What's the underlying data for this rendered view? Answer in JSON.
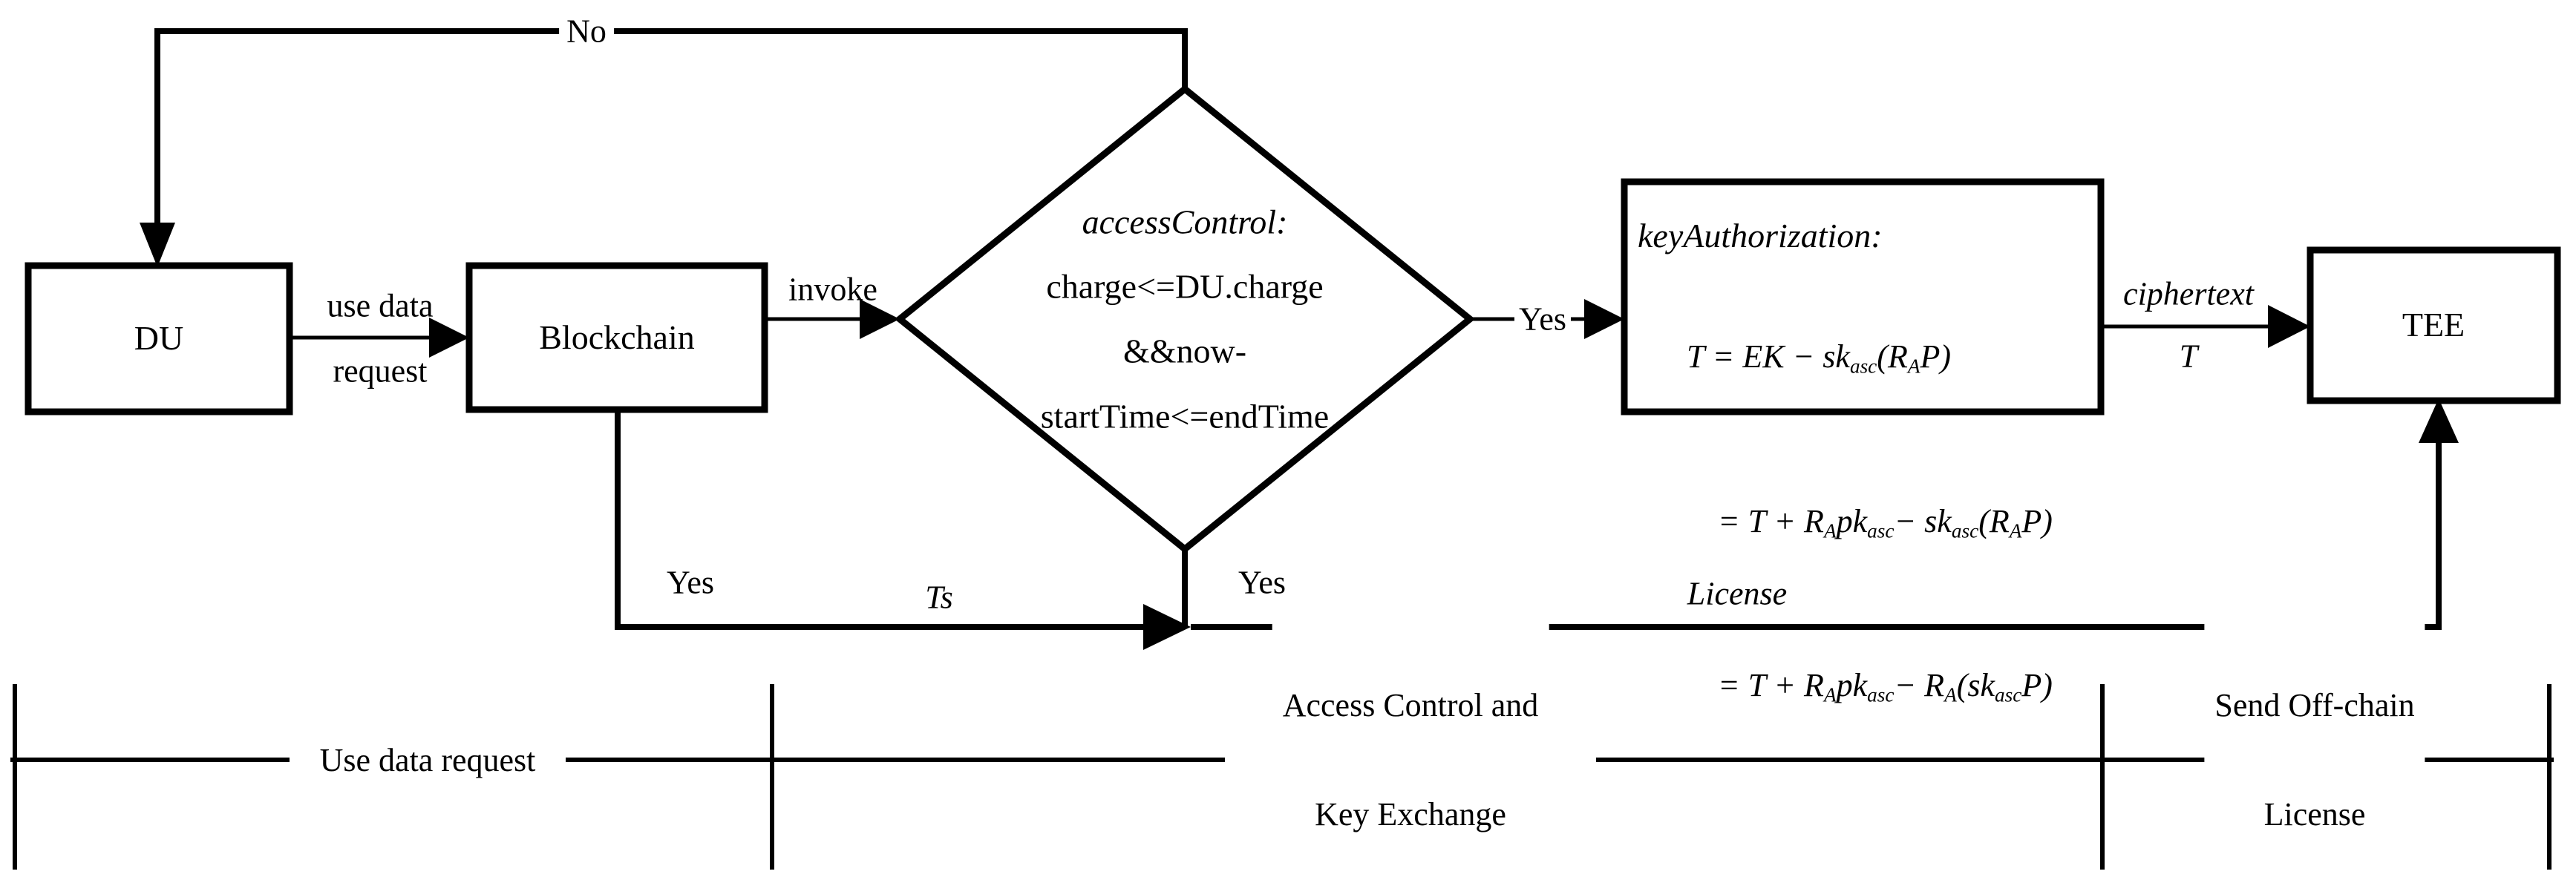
{
  "diagram": {
    "title": "Access control and key exchange flow",
    "colors": {
      "stroke": "#000000",
      "fill": "#ffffff",
      "background": "#ffffff"
    },
    "nodes": {
      "du": {
        "label": "DU",
        "shape": "rectangle"
      },
      "blockchain": {
        "label": "Blockchain",
        "shape": "rectangle"
      },
      "access_control": {
        "shape": "diamond",
        "title": "accessControl:",
        "line1": "charge<=DU.charge",
        "line2": "&&now-",
        "line3": "startTime<=endTime"
      },
      "key_authorization": {
        "shape": "rectangle",
        "title": "keyAuthorization:",
        "eq1_lhs": "T = EK − sk",
        "eq1_sub": "asc",
        "eq1_rhs": "(R",
        "eq1_sub2": "A",
        "eq1_tail": "P)",
        "eq2": "= T + R",
        "eq2_subA": "A",
        "eq2_mid": "pk",
        "eq2_subasc": "asc",
        "eq2_minus": "− sk",
        "eq2_subasc2": "asc",
        "eq2_open": "(R",
        "eq2_subA2": "A",
        "eq2_close": "P)",
        "eq3": "= T + R",
        "eq3_subA": "A",
        "eq3_mid": "pk",
        "eq3_subasc": "asc",
        "eq3_minus": "− R",
        "eq3_subA2": "A",
        "eq3_open": "(sk",
        "eq3_subasc2": "asc",
        "eq3_close": "P)"
      },
      "tee": {
        "label": "TEE",
        "shape": "rectangle"
      }
    },
    "edges": {
      "no_loop": "No",
      "use_data_request_line1": "use data",
      "use_data_request_line2": "request",
      "invoke": "invoke",
      "yes_right": "Yes",
      "yes_blockchain": "Yes",
      "ts": "Ts",
      "yes_diamond_bottom": "Yes",
      "license": "License",
      "ciphertext_line1": "ciphertext",
      "ciphertext_line2": "T"
    },
    "timeline": {
      "phases": [
        {
          "label_line1": "Use data request",
          "label_line2": ""
        },
        {
          "label_line1": "Access Control and",
          "label_line2": "Key Exchange"
        },
        {
          "label_line1": "Send Off-chain",
          "label_line2": "License"
        }
      ]
    }
  }
}
